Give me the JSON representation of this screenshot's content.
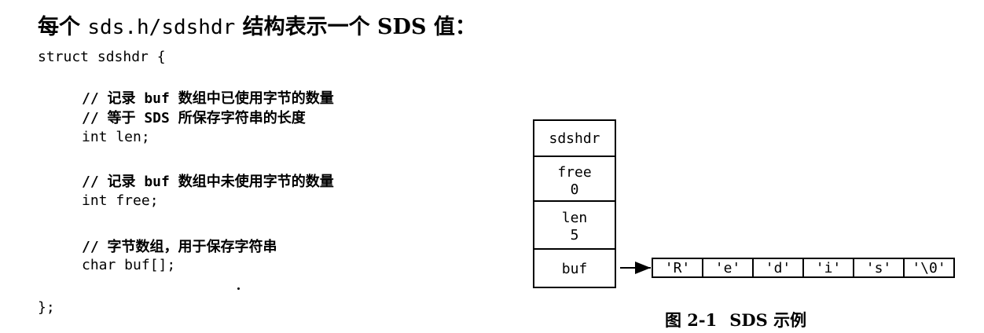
{
  "heading": {
    "prefix": "每个",
    "code": "sds.h/sdshdr",
    "suffix": "结构表示一个 SDS 值："
  },
  "code": {
    "line1": "struct sdshdr {",
    "comment1": "// 记录 buf 数组中已使用字节的数量",
    "comment2": "// 等于 SDS 所保存字符串的长度",
    "field_len": "int len;",
    "comment3": "// 记录 buf 数组中未使用字节的数量",
    "field_free": "int free;",
    "comment4": "// 字节数组，用于保存字符串",
    "field_buf": "char buf[];",
    "closing": "};"
  },
  "diagram": {
    "struct_name": "sdshdr",
    "free_label": "free",
    "free_value": "0",
    "len_label": "len",
    "len_value": "5",
    "buf_label": "buf",
    "buf_chars": [
      "'R'",
      "'e'",
      "'d'",
      "'i'",
      "'s'",
      "'\\0'"
    ]
  },
  "caption": {
    "number": "图 2-1",
    "title": "SDS 示例"
  }
}
